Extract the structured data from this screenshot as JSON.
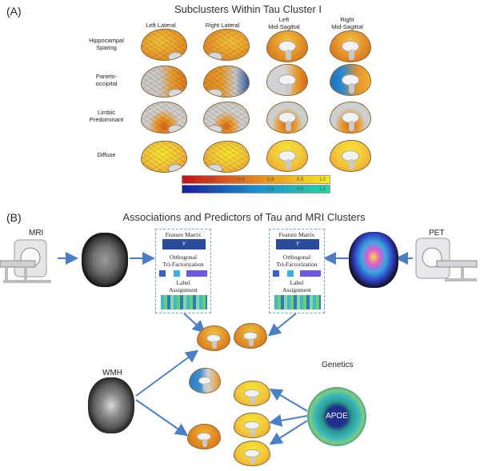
{
  "panel_a": {
    "label": "(A)",
    "title": "Subclusters Within Tau Cluster I",
    "columns": [
      "Left Lateral",
      "Right Lateral",
      "Left\nMid-Sagittal",
      "Right\nMid-Sagittal"
    ],
    "rows": [
      "Hippocampal\nSparing",
      "Parieto-\noccipital",
      "Limbic\nPredominant",
      "Diffuse"
    ],
    "colorbar_top_ticks": [
      "0.2",
      "0.4",
      "0.6",
      "0.8",
      "1.0"
    ],
    "colorbar_bottom_ticks": [
      "0.2",
      "0.4",
      "0.6",
      "0.8",
      "1.0"
    ],
    "colors": {
      "hot_start": "#c4101a",
      "hot_mid": "#e8861c",
      "hot_end": "#f6ec1c",
      "cool_start": "#1a1f9a",
      "cool_mid": "#1a8fd0",
      "cool_end": "#26d6a0"
    }
  },
  "panel_b": {
    "label": "(B)",
    "title": "Associations and Predictors of Tau and MRI Clusters",
    "mri_label": "MRI",
    "pet_label": "PET",
    "wmh_label": "WMH",
    "genetics_label": "Genetics",
    "apoe_label": "APOE",
    "box": {
      "feature_matrix": "Feature Matrix",
      "y_symbol": "Y",
      "ontf_line1": "Orthogonal",
      "ontf_line2": "Tri-Factorization",
      "label_line1": "Label",
      "label_line2": "Assignment"
    },
    "arrow_color": "#4a7fc4"
  }
}
